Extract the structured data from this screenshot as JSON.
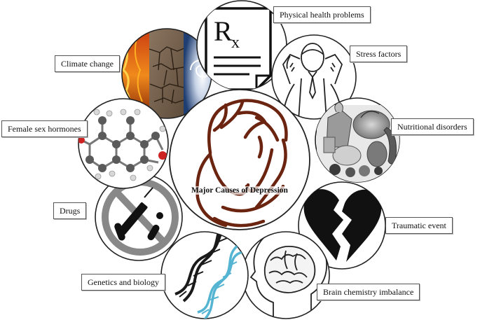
{
  "center": {
    "title": "Major Causes of Depression"
  },
  "causes": [
    {
      "id": "physical-health",
      "label": "Physical health problems",
      "icon": "prescription-rx-icon"
    },
    {
      "id": "stress",
      "label": "Stress factors",
      "icon": "stressed-person-icon"
    },
    {
      "id": "nutrition",
      "label": "Nutritional disorders",
      "icon": "food-collage-icon"
    },
    {
      "id": "trauma",
      "label": "Traumatic event",
      "icon": "broken-heart-icon"
    },
    {
      "id": "brain-chemistry",
      "label": "Brain chemistry imbalance",
      "icon": "head-brain-icon"
    },
    {
      "id": "genetics",
      "label": "Genetics and biology",
      "icon": "dna-helix-icon"
    },
    {
      "id": "drugs",
      "label": "Drugs",
      "icon": "no-drugs-icon"
    },
    {
      "id": "hormones",
      "label": "Female sex hormones",
      "icon": "molecule-icon"
    },
    {
      "id": "climate",
      "label": "Climate change",
      "icon": "climate-collage-icon"
    }
  ],
  "colors": {
    "outline": "#222222",
    "center_figure": "#6b2410",
    "label_border": "#555555",
    "broken_heart": "#111111",
    "no_sign": "#888888",
    "dna_dark": "#1a1a1a",
    "dna_light": "#56b4d3",
    "molecule_carbon": "#5a5a5a",
    "molecule_oxygen": "#cc2222"
  }
}
